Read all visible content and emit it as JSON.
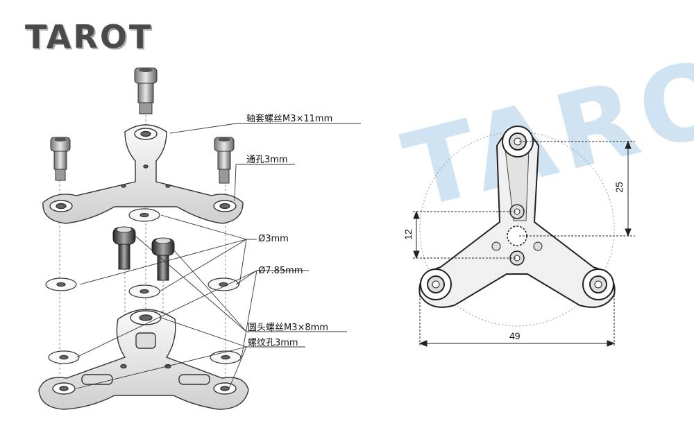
{
  "brand": {
    "logo_text": "TAROT",
    "watermark_text": "TAROT"
  },
  "callouts": {
    "sleeve_screw": "轴套螺丝M3×11mm",
    "through_hole": "通孔3mm",
    "dia_3": "Ø3mm",
    "dia_785": "Ø7.85mm",
    "round_head_screw": "圆头螺丝M3×8mm",
    "threaded_hole": "螺纹孔3mm"
  },
  "dimensions": {
    "height_25": "25",
    "height_12": "12",
    "width_49": "49"
  },
  "colors": {
    "part_fill": "#f4f4f4",
    "part_stroke": "#333333",
    "watermark": "#a9cde8",
    "screw_dark": "#555555"
  }
}
